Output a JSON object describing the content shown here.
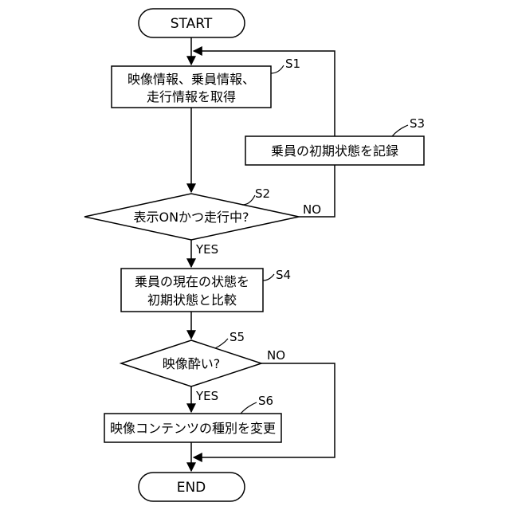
{
  "flowchart": {
    "start": "START",
    "end": "END",
    "s1": {
      "id": "S1",
      "line1": "映像情報、乗員情報、",
      "line2": "走行情報を取得"
    },
    "s2": {
      "id": "S2",
      "text": "表示ONかつ走行中?",
      "yes": "YES",
      "no": "NO"
    },
    "s3": {
      "id": "S3",
      "text": "乗員の初期状態を記録"
    },
    "s4": {
      "id": "S4",
      "line1": "乗員の現在の状態を",
      "line2": "初期状態と比較"
    },
    "s5": {
      "id": "S5",
      "text": "映像酔い?",
      "yes": "YES",
      "no": "NO"
    },
    "s6": {
      "id": "S6",
      "text": "映像コンテンツの種別を変更"
    }
  }
}
